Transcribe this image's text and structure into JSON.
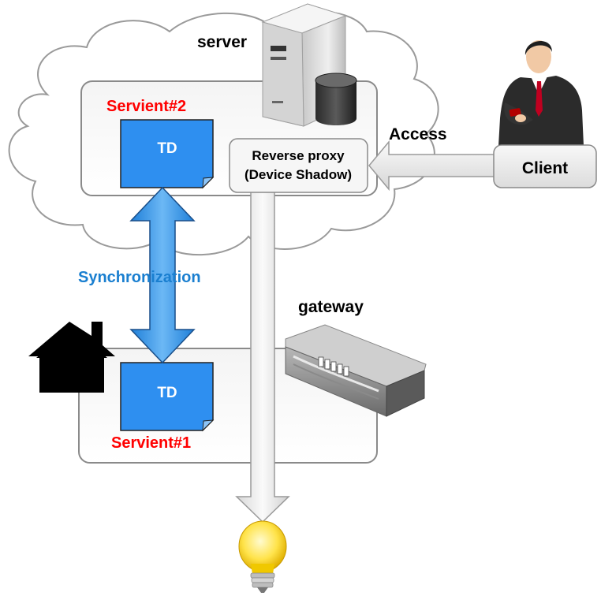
{
  "labels": {
    "server": "server",
    "gateway": "gateway",
    "servient2": "Servient#2",
    "servient1": "Servient#1",
    "td_top": "TD",
    "td_bottom": "TD",
    "reverse_proxy_line1": "Reverse proxy",
    "reverse_proxy_line2": "(Device Shadow)",
    "access": "Access",
    "client": "Client",
    "synchronization": "Synchronization"
  },
  "colors": {
    "servient_label": "#ff0000",
    "sync_label": "#1a7fd0",
    "td_fill": "#2e8ff0",
    "sync_arrow": "#3a9ae8",
    "text": "#000000"
  },
  "icons": {
    "server": "server-tower-icon",
    "gateway": "network-gateway-icon",
    "home": "house-icon",
    "user": "businessman-icon",
    "bulb": "light-bulb-icon"
  }
}
